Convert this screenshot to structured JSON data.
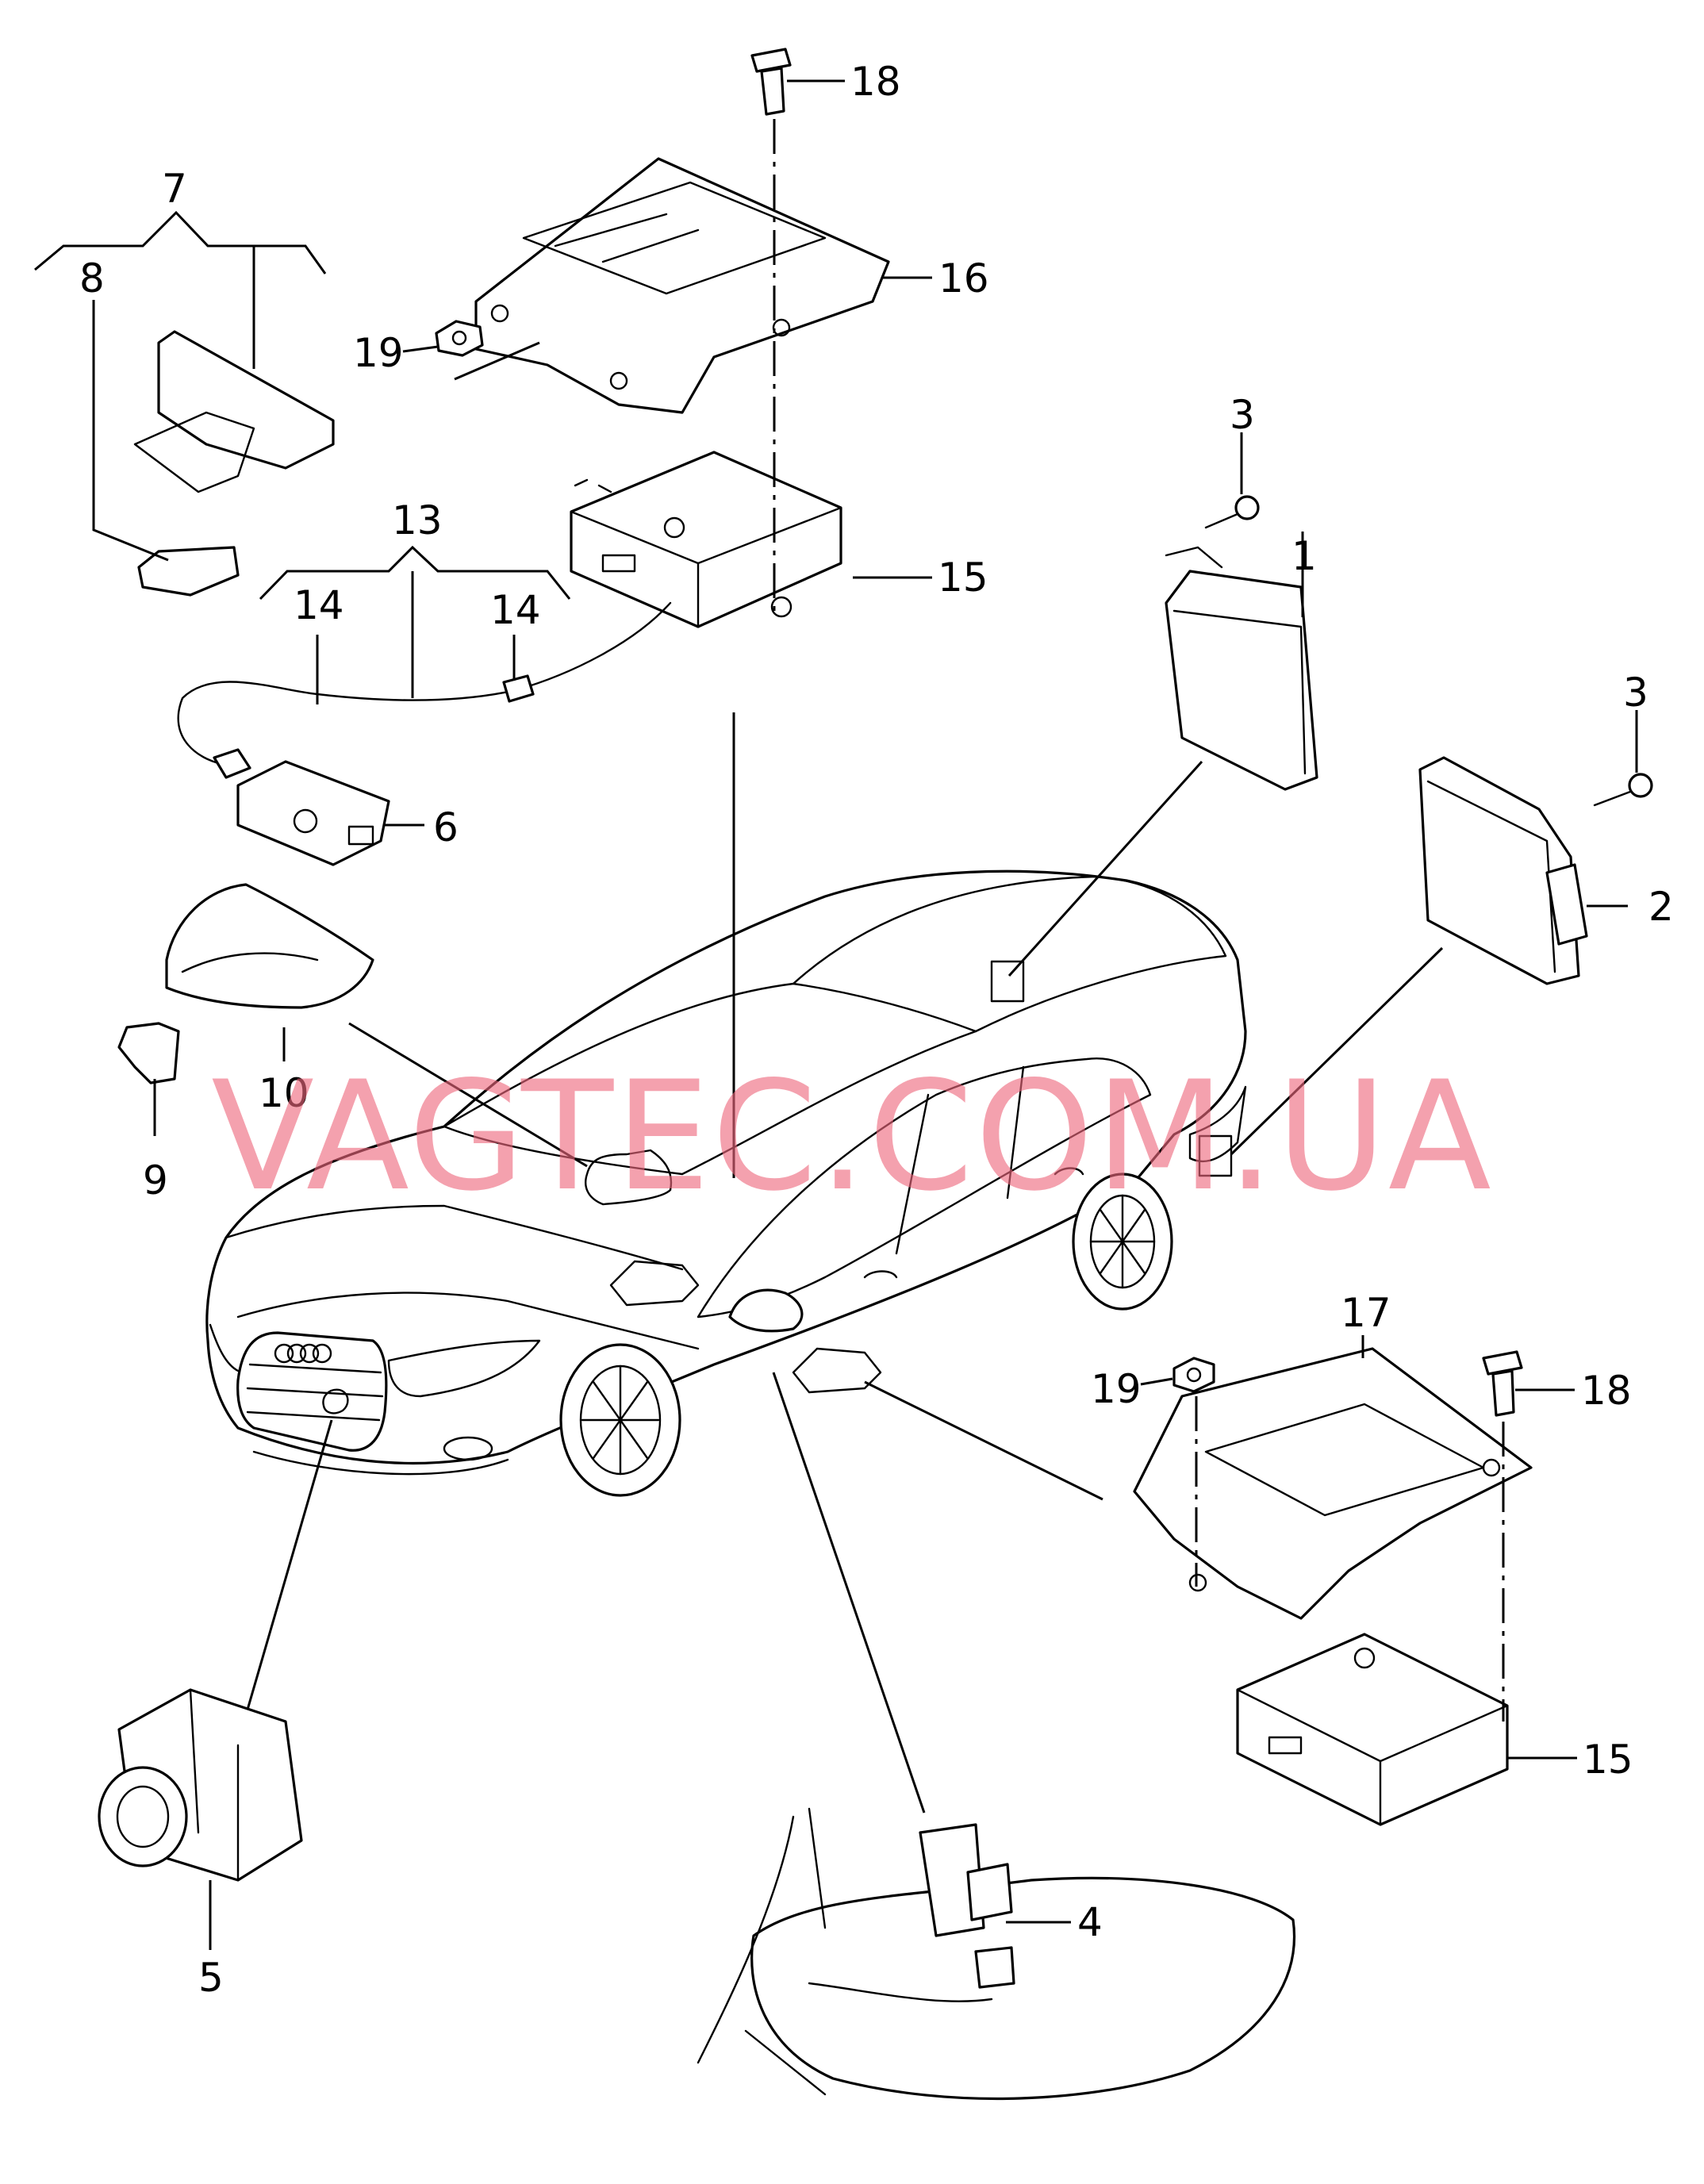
{
  "callouts": {
    "c1": "1",
    "c2": "2",
    "c3a": "3",
    "c3b": "3",
    "c4": "4",
    "c5": "5",
    "c6": "6",
    "c7": "7",
    "c8": "8",
    "c9": "9",
    "c10": "10",
    "c13": "13",
    "c14a": "14",
    "c14b": "14",
    "c15a": "15",
    "c15b": "15",
    "c16": "16",
    "c17": "17",
    "c18a": "18",
    "c18b": "18",
    "c19a": "19",
    "c19b": "19"
  },
  "watermark": "VAGTEC.COM.UA"
}
